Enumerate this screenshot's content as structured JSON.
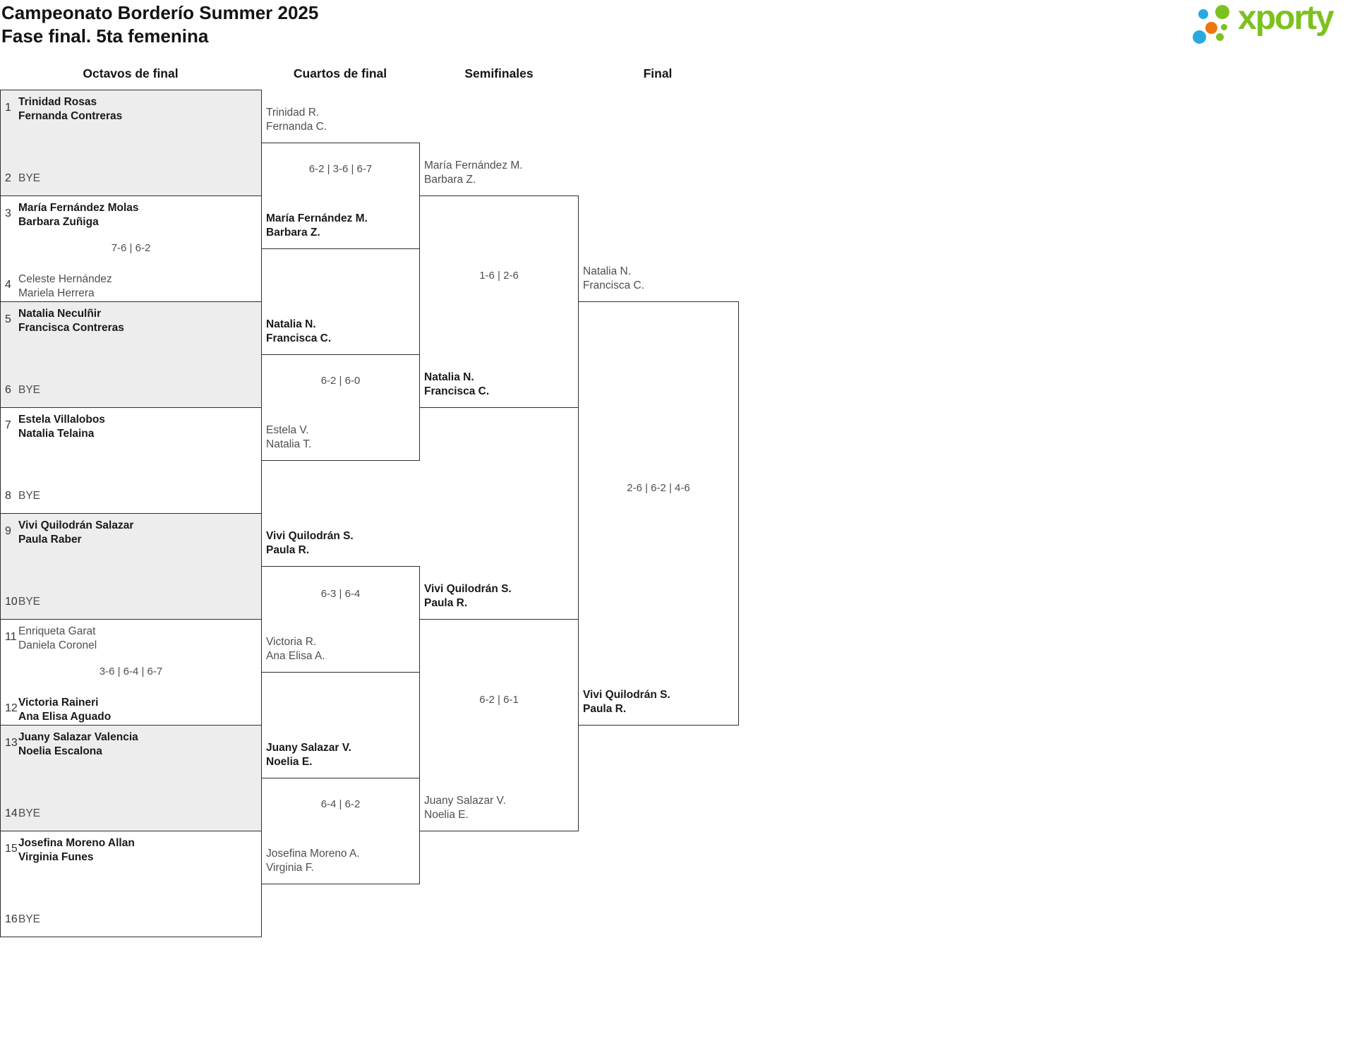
{
  "title": {
    "line1": "Campeonato Borderío Summer 2025",
    "line2": "Fase final. 5ta femenina"
  },
  "logo": {
    "text": "xporty"
  },
  "colors": {
    "logo_green": "#7cc11e",
    "logo_blue": "#2aa9e0",
    "logo_orange": "#ee7511",
    "bracket_border": "#2e2e2e",
    "shaded_box_fill": "#ededed",
    "winner_text": "#1a1a1a",
    "secondary_text": "#4f4f4f"
  },
  "rounds": [
    {
      "label": "Octavos de final",
      "matches": [
        {
          "score": "",
          "top": {
            "seed": "1",
            "names": [
              "Trinidad Rosas",
              "Fernanda Contreras"
            ],
            "winner": true
          },
          "bottom": {
            "seed": "2",
            "names": [
              "BYE"
            ],
            "winner": false
          }
        },
        {
          "score": "7-6 | 6-2",
          "top": {
            "seed": "3",
            "names": [
              "María Fernández Molas",
              "Barbara Zuñiga"
            ],
            "winner": true
          },
          "bottom": {
            "seed": "4",
            "names": [
              "Celeste Hernández",
              "Mariela Herrera"
            ],
            "winner": false
          }
        },
        {
          "score": "",
          "top": {
            "seed": "5",
            "names": [
              "Natalia Neculñir",
              "Francisca Contreras"
            ],
            "winner": true
          },
          "bottom": {
            "seed": "6",
            "names": [
              "BYE"
            ],
            "winner": false
          }
        },
        {
          "score": "",
          "top": {
            "seed": "7",
            "names": [
              "Estela Villalobos",
              "Natalia Telaina"
            ],
            "winner": true
          },
          "bottom": {
            "seed": "8",
            "names": [
              "BYE"
            ],
            "winner": false
          }
        },
        {
          "score": "",
          "top": {
            "seed": "9",
            "names": [
              "Vivi Quilodrán Salazar",
              "Paula Raber"
            ],
            "winner": true
          },
          "bottom": {
            "seed": "10",
            "names": [
              "BYE"
            ],
            "winner": false
          }
        },
        {
          "score": "3-6 | 6-4 | 6-7",
          "top": {
            "seed": "11",
            "names": [
              "Enriqueta Garat",
              "Daniela Coronel"
            ],
            "winner": false
          },
          "bottom": {
            "seed": "12",
            "names": [
              "Victoria Raineri",
              "Ana Elisa Aguado"
            ],
            "winner": true
          }
        },
        {
          "score": "",
          "top": {
            "seed": "13",
            "names": [
              "Juany Salazar Valencia",
              "Noelia Escalona"
            ],
            "winner": true
          },
          "bottom": {
            "seed": "14",
            "names": [
              "BYE"
            ],
            "winner": false
          }
        },
        {
          "score": "",
          "top": {
            "seed": "15",
            "names": [
              "Josefina Moreno Allan",
              "Virginia Funes"
            ],
            "winner": true
          },
          "bottom": {
            "seed": "16",
            "names": [
              "BYE"
            ],
            "winner": false
          }
        }
      ]
    },
    {
      "label": "Cuartos de final",
      "matches": [
        {
          "score": "6-2 | 3-6 | 6-7",
          "top": {
            "names": [
              "Trinidad R.",
              "Fernanda C."
            ],
            "winner": false
          },
          "bottom": {
            "names": [
              "María Fernández M.",
              "Barbara Z."
            ],
            "winner": true
          }
        },
        {
          "score": "6-2 | 6-0",
          "top": {
            "names": [
              "Natalia N.",
              "Francisca C."
            ],
            "winner": true
          },
          "bottom": {
            "names": [
              "Estela V.",
              "Natalia T."
            ],
            "winner": false
          }
        },
        {
          "score": "6-3 | 6-4",
          "top": {
            "names": [
              "Vivi Quilodrán S.",
              "Paula R."
            ],
            "winner": true
          },
          "bottom": {
            "names": [
              "Victoria R.",
              "Ana Elisa A."
            ],
            "winner": false
          }
        },
        {
          "score": "6-4 | 6-2",
          "top": {
            "names": [
              "Juany Salazar V.",
              "Noelia E."
            ],
            "winner": true
          },
          "bottom": {
            "names": [
              "Josefina Moreno A.",
              "Virginia F."
            ],
            "winner": false
          }
        }
      ]
    },
    {
      "label": "Semifinales",
      "matches": [
        {
          "score": "1-6 | 2-6",
          "top": {
            "names": [
              "María Fernández M.",
              "Barbara Z."
            ],
            "winner": false
          },
          "bottom": {
            "names": [
              "Natalia N.",
              "Francisca C."
            ],
            "winner": true
          }
        },
        {
          "score": "6-2 | 6-1",
          "top": {
            "names": [
              "Vivi Quilodrán S.",
              "Paula R."
            ],
            "winner": true
          },
          "bottom": {
            "names": [
              "Juany Salazar V.",
              "Noelia E."
            ],
            "winner": false
          }
        }
      ]
    },
    {
      "label": "Final",
      "matches": [
        {
          "score": "2-6 | 6-2 | 4-6",
          "top": {
            "names": [
              "Natalia N.",
              "Francisca C."
            ],
            "winner": false
          },
          "bottom": {
            "names": [
              "Vivi Quilodrán S.",
              "Paula R."
            ],
            "winner": true
          }
        }
      ]
    }
  ],
  "chart_data": {
    "type": "table",
    "title": "Campeonato Borderío Summer 2025 — Fase final. 5ta femenina",
    "rounds": [
      "Octavos de final",
      "Cuartos de final",
      "Semifinales",
      "Final"
    ],
    "champion": "Vivi Quilodrán S. / Paula R.",
    "final_score": "2-6 | 6-2 | 4-6"
  }
}
